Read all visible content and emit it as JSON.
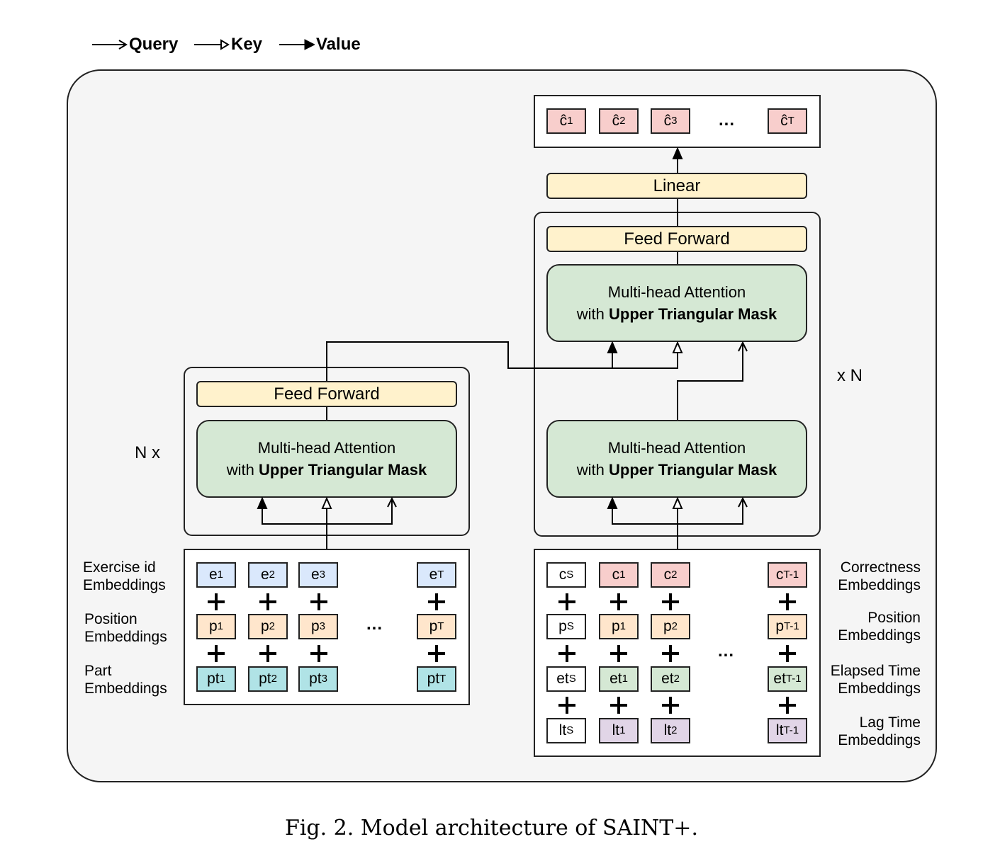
{
  "legend": {
    "query": "Query",
    "key": "Key",
    "value": "Value"
  },
  "encoder": {
    "repeat_label": "N x",
    "feed_forward": "Feed Forward",
    "attention_line1": "Multi-head Attention",
    "attention_with": "with",
    "attention_mask": "Upper Triangular Mask",
    "embedding_labels": {
      "exercise_1": "Exercise id",
      "exercise_2": "Embeddings",
      "position_1": "Position",
      "position_2": "Embeddings",
      "part_1": "Part",
      "part_2": "Embeddings"
    },
    "exercise_tokens": [
      {
        "base": "e",
        "sub": "1"
      },
      {
        "base": "e",
        "sub": "2"
      },
      {
        "base": "e",
        "sub": "3"
      },
      {
        "base": "e",
        "sub": "T"
      }
    ],
    "position_tokens": [
      {
        "base": "p",
        "sub": "1"
      },
      {
        "base": "p",
        "sub": "2"
      },
      {
        "base": "p",
        "sub": "3"
      },
      {
        "base": "p",
        "sub": "T"
      }
    ],
    "part_tokens": [
      {
        "base": "pt",
        "sub": "1"
      },
      {
        "base": "pt",
        "sub": "2"
      },
      {
        "base": "pt",
        "sub": "3"
      },
      {
        "base": "pt",
        "sub": "T"
      }
    ],
    "ellipsis": "..."
  },
  "decoder": {
    "repeat_label": "x N",
    "linear": "Linear",
    "feed_forward": "Feed Forward",
    "attention_line1": "Multi-head Attention",
    "attention_with": "with",
    "attention_mask": "Upper Triangular Mask",
    "embedding_labels": {
      "correctness_1": "Correctness",
      "correctness_2": "Embeddings",
      "position_1": "Position",
      "position_2": "Embeddings",
      "elapsed_1": "Elapsed Time",
      "elapsed_2": "Embeddings",
      "lag_1": "Lag Time",
      "lag_2": "Embeddings"
    },
    "correctness_tokens": [
      {
        "base": "c",
        "sub": "S"
      },
      {
        "base": "c",
        "sub": "1"
      },
      {
        "base": "c",
        "sub": "2"
      },
      {
        "base": "c",
        "sub": "T-1"
      }
    ],
    "position_tokens": [
      {
        "base": "p",
        "sub": "S"
      },
      {
        "base": "p",
        "sub": "1"
      },
      {
        "base": "p",
        "sub": "2"
      },
      {
        "base": "p",
        "sub": "T-1"
      }
    ],
    "elapsed_tokens": [
      {
        "base": "et",
        "sub": "S"
      },
      {
        "base": "et",
        "sub": "1"
      },
      {
        "base": "et",
        "sub": "2"
      },
      {
        "base": "et",
        "sub": "T-1"
      }
    ],
    "lag_tokens": [
      {
        "base": "lt",
        "sub": "S"
      },
      {
        "base": "lt",
        "sub": "1"
      },
      {
        "base": "lt",
        "sub": "2"
      },
      {
        "base": "lt",
        "sub": "T-1"
      }
    ],
    "output_tokens": [
      {
        "base": "ĉ",
        "sub": "1"
      },
      {
        "base": "ĉ",
        "sub": "2"
      },
      {
        "base": "ĉ",
        "sub": "3"
      },
      {
        "base": "ĉ",
        "sub": "T"
      }
    ],
    "ellipsis": "..."
  },
  "caption": "Fig. 2.  Model architecture of SAINT+.",
  "colors": {
    "background_panel": "#f5f5f5",
    "feed_forward": "#fff2cc",
    "attention": "#d5e8d4",
    "exercise": "#dae8fc",
    "position": "#ffe6cc",
    "part": "#b0e3e6",
    "correctness": "#f8cecc",
    "elapsed": "#d5e8d4",
    "lag": "#e1d5e7"
  }
}
